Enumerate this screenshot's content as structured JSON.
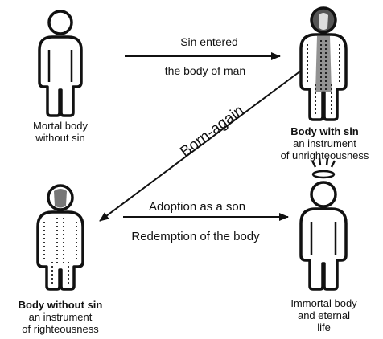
{
  "figures": [
    {
      "id": "mortal",
      "icon": "plain-figure-icon",
      "caption": [
        "Mortal body",
        "without sin"
      ],
      "bold_line": ""
    },
    {
      "id": "with-sin",
      "icon": "figure-with-sin-icon",
      "caption": [
        "an instrument",
        "of unrighteousness"
      ],
      "bold_line": "Body with sin"
    },
    {
      "id": "without-sin",
      "icon": "figure-without-sin-icon",
      "caption": [
        "an instrument",
        "of righteousness"
      ],
      "bold_line": "Body without sin"
    },
    {
      "id": "immortal",
      "icon": "figure-with-halo-icon",
      "caption": [
        "Immortal body",
        "and eternal",
        "life"
      ],
      "bold_line": ""
    }
  ],
  "arrows": {
    "top": {
      "line1": "Sin entered",
      "line2": "the body of man"
    },
    "diagonal": {
      "label": "Born-again"
    },
    "bottom": {
      "line1": "Adoption as a son",
      "line2": "Redemption of the body"
    }
  }
}
